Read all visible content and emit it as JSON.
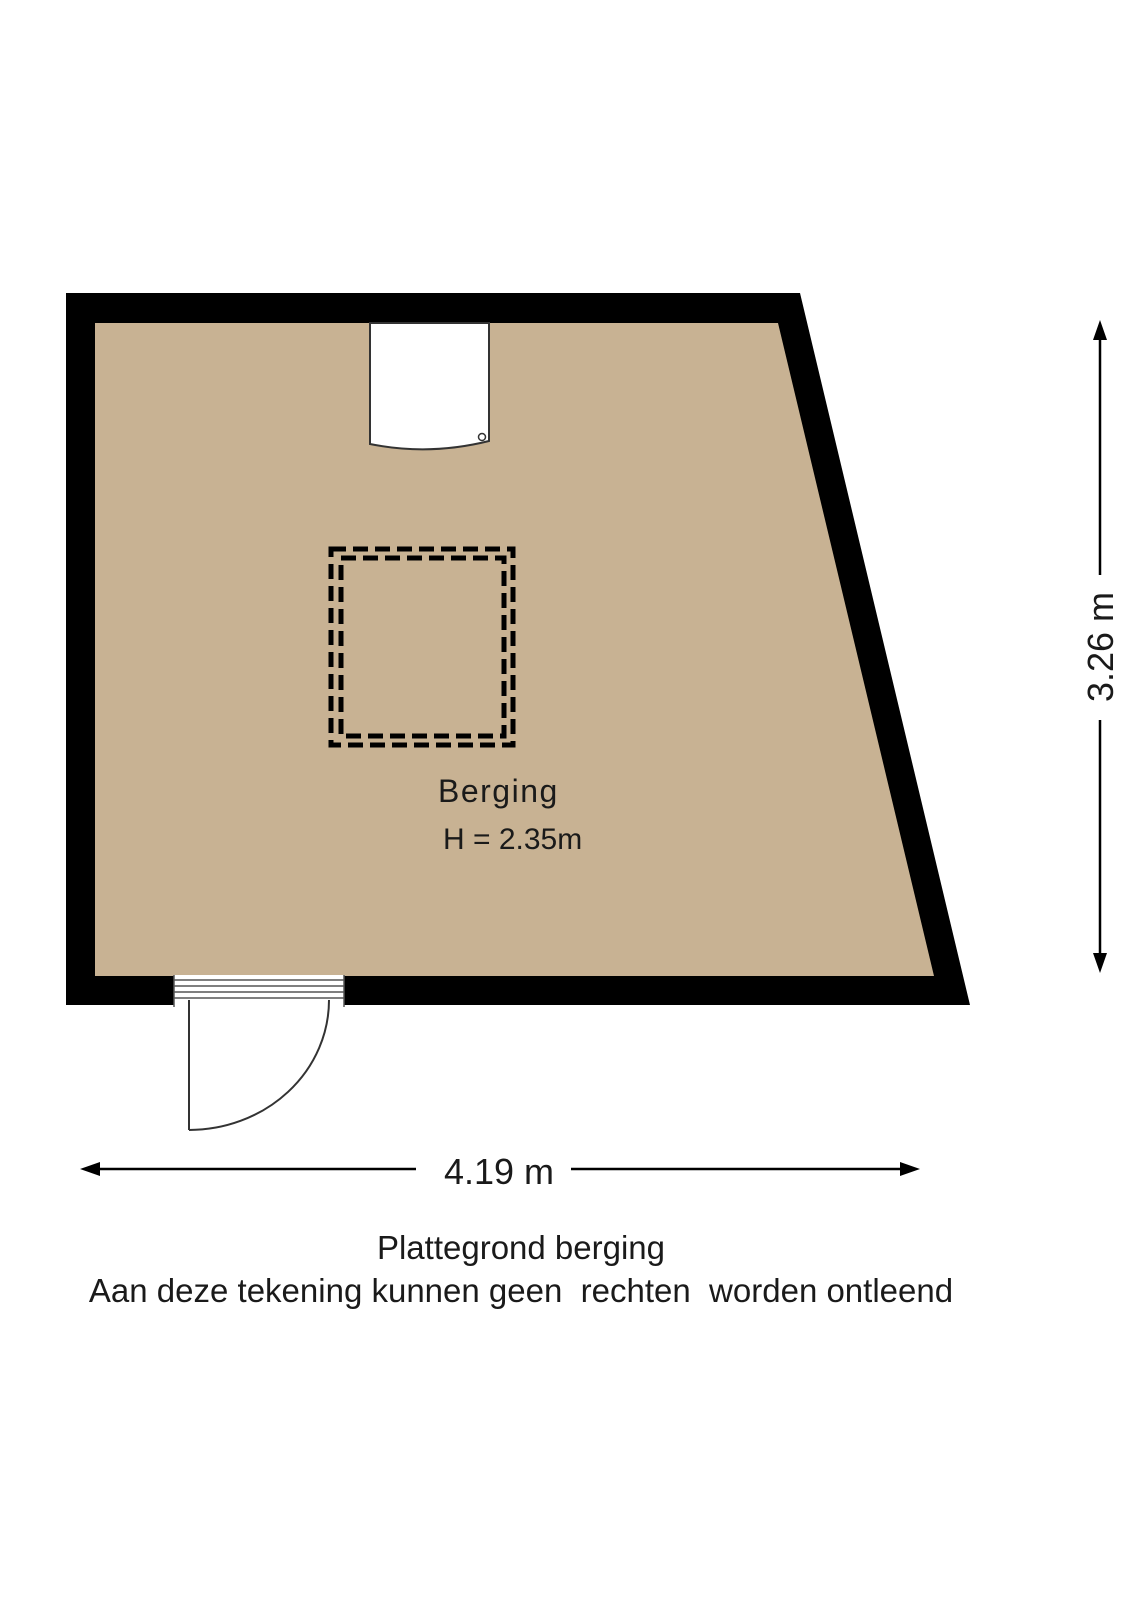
{
  "room": {
    "name": "Berging",
    "height_label": "H = 2.35m"
  },
  "dimensions": {
    "width_label": "4.19 m",
    "depth_label": "3.26 m"
  },
  "caption": {
    "title": "Plattegrond berging",
    "disclaimer": "Aan deze tekening kunnen geen  rechten  worden ontleend"
  },
  "colors": {
    "floor": "#c8b293",
    "wall": "#000000",
    "background": "#ffffff"
  },
  "icons": {
    "water_heater": "boiler-icon",
    "ceiling_hatch": "hatch-icon",
    "door": "door-swing-icon"
  }
}
